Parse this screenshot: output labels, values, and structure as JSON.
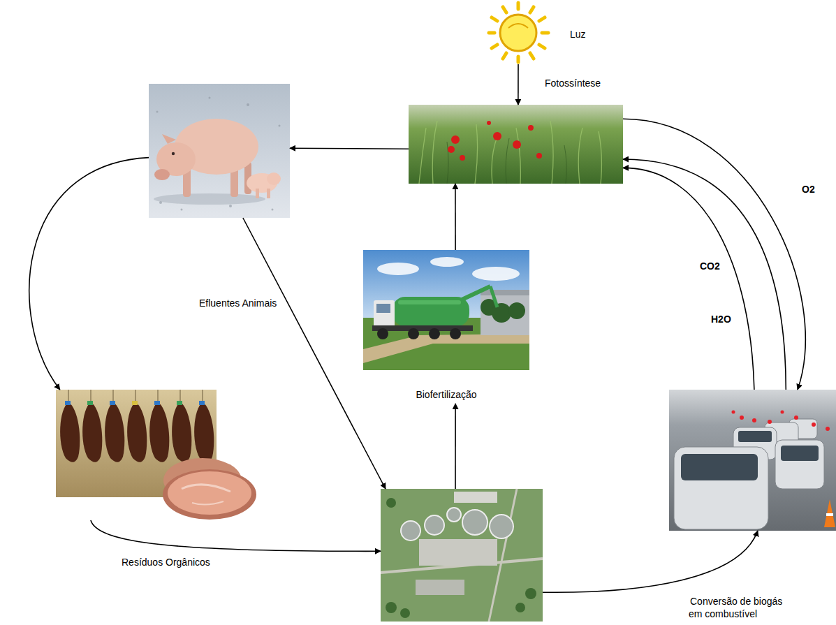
{
  "diagram": {
    "nodes": [
      {
        "text": [
          "Luz"
        ]
      },
      {
        "text": []
      },
      {
        "text": []
      },
      {
        "text": [
          "Biofertilização"
        ]
      },
      {
        "text": []
      },
      {
        "text": []
      },
      {
        "text": []
      }
    ],
    "edges": [
      {
        "from": 0,
        "to": 2,
        "arrow": "to",
        "label": "Fotossíntese"
      },
      {
        "from": 2,
        "to": 1,
        "arrow": "to"
      },
      {
        "from": 1,
        "to": 4,
        "arrow": "to"
      },
      {
        "from": 1,
        "to": 5,
        "arrow": "to",
        "label": "Efluentes Animais"
      },
      {
        "from": 4,
        "to": 5,
        "arrow": "to",
        "label": "Resíduos Orgânicos"
      },
      {
        "from": 5,
        "to": 3,
        "arrow": "to"
      },
      {
        "from": 3,
        "to": 2,
        "arrow": "to"
      },
      {
        "from": 5,
        "to": 6,
        "arrow": "to",
        "label": "Conversão de biogás em combustível"
      },
      {
        "from": 2,
        "to": 6,
        "arrow": "to",
        "label": "O2"
      },
      {
        "from": 6,
        "to": 2,
        "arrow": "to",
        "label": "CO2"
      },
      {
        "from": 6,
        "to": 2,
        "arrow": "to",
        "label": "H2O"
      }
    ]
  }
}
